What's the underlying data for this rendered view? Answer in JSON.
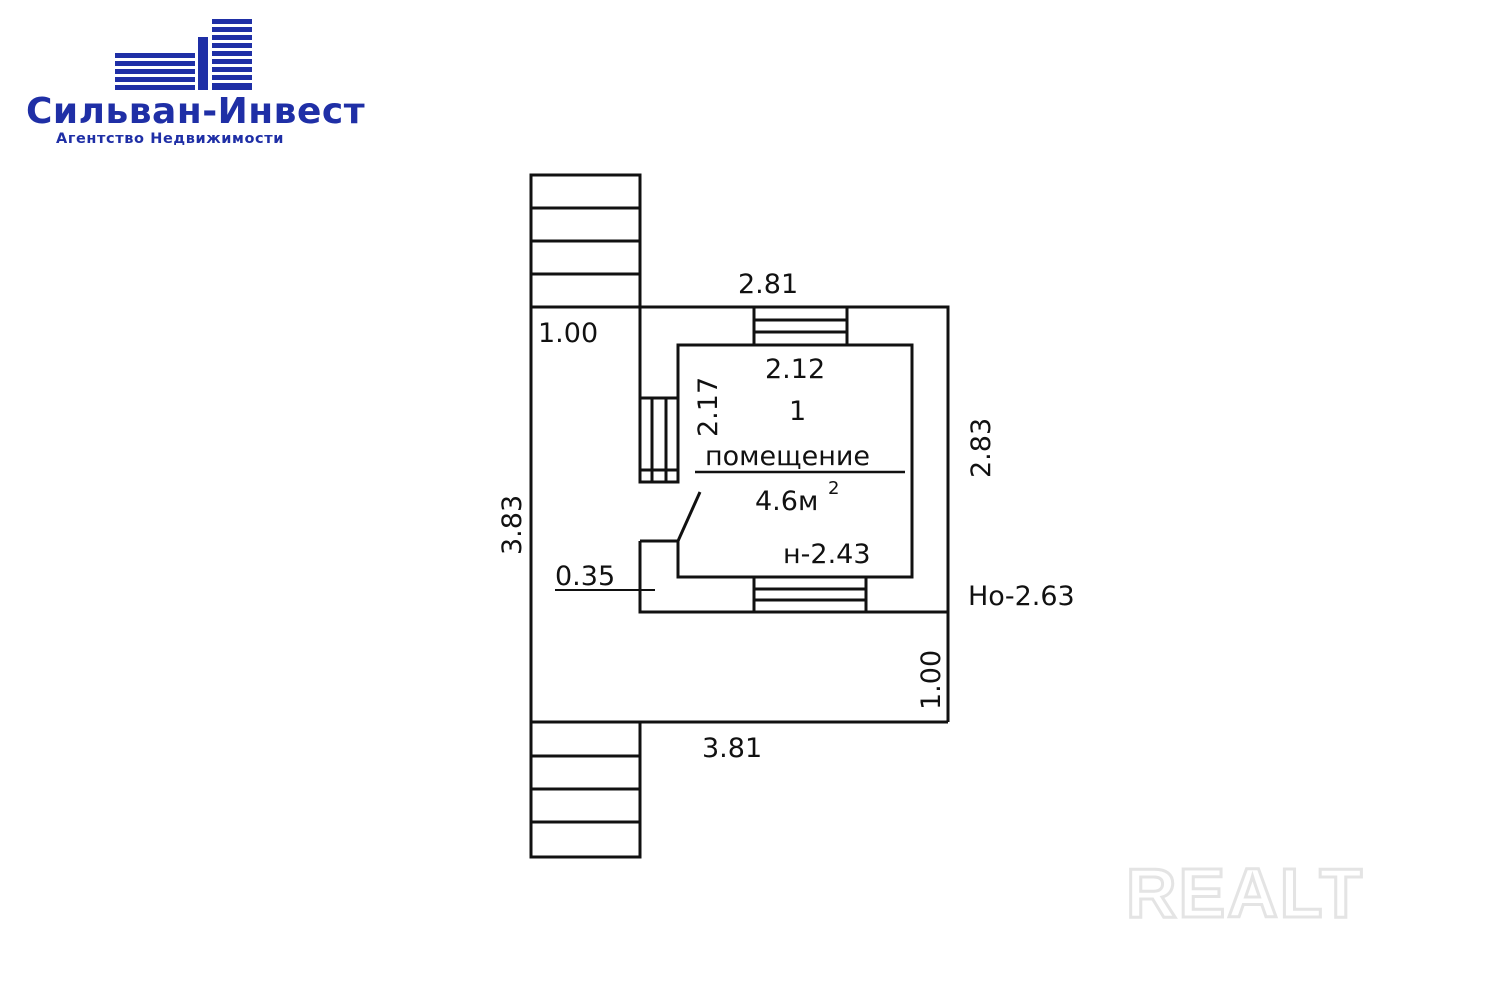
{
  "logo": {
    "name": "Сильван-Инвест",
    "tagline": "Агентство Недвижимости",
    "brand_color": "#1f2fa6"
  },
  "watermark": {
    "text": "REALT"
  },
  "plan": {
    "room_number": "1",
    "room_name": "помещение",
    "room_area": "4.6м",
    "room_area_exp": "2",
    "dimensions": {
      "top_outer": "2.81",
      "top_inner": "2.12",
      "inner_left": "2.17",
      "right": "2.83",
      "porch_top": "1.00",
      "left_total": "3.83",
      "wall": "0.35",
      "inner_height": "н-2.43",
      "outer_height": "Но-2.63",
      "porch_right": "1.00",
      "bottom": "3.81"
    }
  }
}
